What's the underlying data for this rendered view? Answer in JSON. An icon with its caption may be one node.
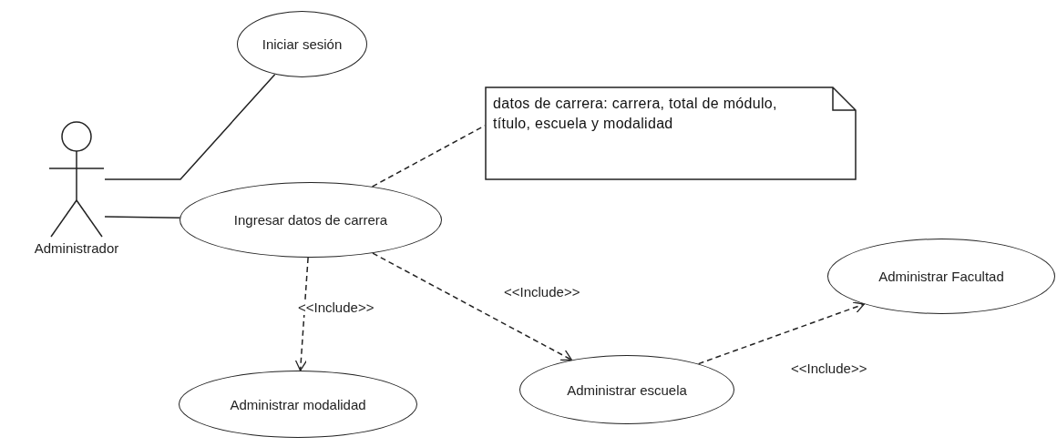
{
  "diagram": {
    "nodes": [
      {
        "text": [
          "Administrador"
        ]
      },
      {
        "text": [
          "Iniciar sesión"
        ]
      },
      {
        "text": [
          "Ingresar datos de carrera"
        ]
      },
      {
        "text": [
          "datos de carrera: carrera, total de módulo, título, escuela y modalidad"
        ]
      },
      {
        "text": [
          "Administrar Facultad"
        ]
      },
      {
        "text": [
          "Administrar modalidad"
        ]
      },
      {
        "text": [
          "Administrar escuela"
        ]
      }
    ],
    "edges": [
      {
        "from": 0,
        "to": 1,
        "arrow": "none"
      },
      {
        "from": 0,
        "to": 2,
        "arrow": "none"
      },
      {
        "from": 2,
        "to": 3,
        "arrow": "none",
        "style": "dashed"
      },
      {
        "from": 2,
        "to": 5,
        "arrow": "to",
        "style": "dashed",
        "label": "<<Include>>"
      },
      {
        "from": 2,
        "to": 6,
        "arrow": "to",
        "style": "dashed",
        "label": "<<Include>>"
      },
      {
        "from": 6,
        "to": 4,
        "arrow": "to",
        "style": "dashed",
        "label": "<<Include>>"
      }
    ]
  }
}
